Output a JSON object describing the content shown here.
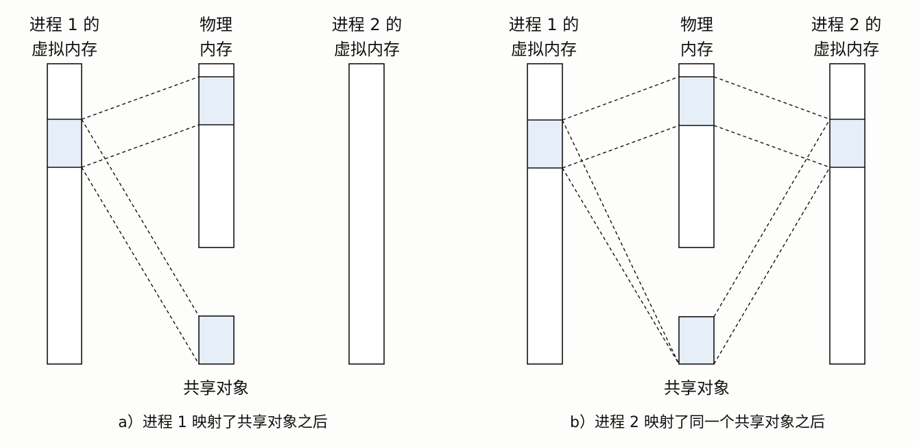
{
  "colors": {
    "shade": "#e6eef8",
    "line": "#111111",
    "background": "#fdfdfb"
  },
  "panel_a": {
    "labels": {
      "p1_line1": "进程 1 的",
      "p1_line2": "虚拟内存",
      "phys_line1": "物理",
      "phys_line2": "内存",
      "p2_line1": "进程 2 的",
      "p2_line2": "虚拟内存",
      "shared": "共享对象"
    },
    "caption": "a）进程 1 映射了共享对象之后"
  },
  "panel_b": {
    "labels": {
      "p1_line1": "进程 1 的",
      "p1_line2": "虚拟内存",
      "phys_line1": "物理",
      "phys_line2": "内存",
      "p2_line1": "进程 2 的",
      "p2_line2": "虚拟内存",
      "shared": "共享对象"
    },
    "caption": "b）进程 2 映射了同一个共享对象之后"
  }
}
